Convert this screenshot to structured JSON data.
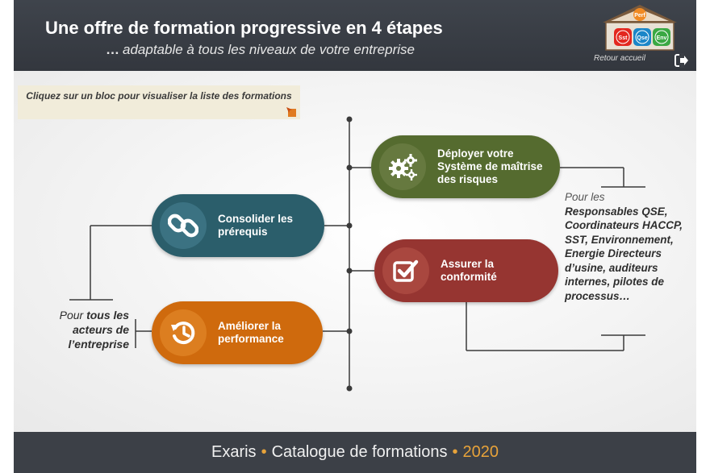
{
  "header": {
    "title": "Une offre de formation progressive en 4 étapes",
    "subtitle_lead": "…",
    "subtitle": "adaptable à tous les niveaux de votre entreprise",
    "logo": {
      "top": "Perf",
      "left": "Sst",
      "middle": "Qse",
      "right": "Env"
    },
    "home_link": "Retour accueil"
  },
  "hint": {
    "text": "Cliquez sur un bloc pour visualiser la liste  des formations"
  },
  "blocks": [
    {
      "label": "Déployer votre Système de maîtrise des risques",
      "color": "#556b2f",
      "icon": "gears-icon"
    },
    {
      "label": "Consolider les prérequis",
      "color": "#2b5e6b",
      "icon": "chain-link-icon"
    },
    {
      "label": "Assurer la conformité",
      "color": "#963531",
      "icon": "checkbox-icon"
    },
    {
      "label": "Améliorer la performance",
      "color": "#cf6a0d",
      "icon": "history-clock-icon"
    }
  ],
  "audience_left": {
    "lead": "Pour ",
    "bold": "tous les acteurs de l’entreprise"
  },
  "audience_right": {
    "lead": "Pour les",
    "body": "Responsables QSE, Coordinateurs HACCP, SST, Environnement, Energie Directeurs d’usine, auditeurs internes, pilotes de processus…"
  },
  "footer": {
    "brand": "Exaris",
    "sep": "•",
    "catalog": "Catalogue de formations",
    "year": "2020"
  },
  "colors": {
    "accent": "#e8a33a",
    "header_bg": "#3f444c"
  }
}
